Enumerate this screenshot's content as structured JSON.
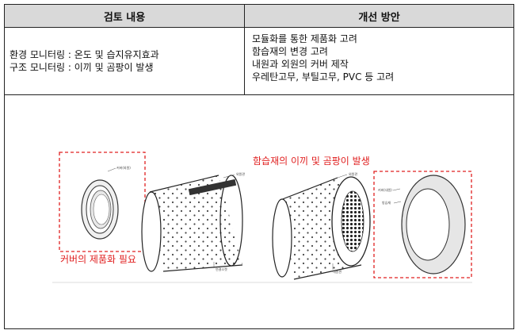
{
  "table": {
    "header_left": "검토 내용",
    "header_right": "개선 방안",
    "review": [
      "환경 모니터링 : 온도 및 습지유지효과",
      "구조 모니터링 : 이끼 및 곰팡이 발생"
    ],
    "improvement": [
      "모듈화를 통한 제품화 고려",
      "함습재의 변경 고려",
      "내원과 외원의 커버 제작",
      "우레탄고무,  부틸고무,  PVC 등 고려"
    ]
  },
  "figure": {
    "callout_moss": "함습재의 이끼 및 곰팡이 발생",
    "callout_cover": "커버의 제품화 필요"
  },
  "colors": {
    "header_bg": "#d9d9d9",
    "callout": "#e02020",
    "border": "#222222"
  }
}
